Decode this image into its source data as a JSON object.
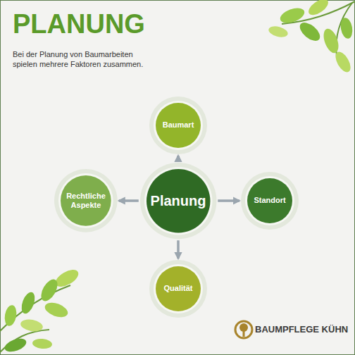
{
  "diagram": {
    "title": "PLANUNG",
    "nodes": [
      {
        "text": [
          "Baumart"
        ]
      },
      {
        "text": [
          "Rechtliche Aspekte"
        ]
      },
      {
        "text": [
          "Planung"
        ]
      },
      {
        "text": [
          "Standort"
        ]
      },
      {
        "text": [
          "Qualität"
        ]
      }
    ],
    "edges": [
      {
        "from": 2,
        "to": 0,
        "arrow": "to"
      },
      {
        "from": 2,
        "to": 1,
        "arrow": "to"
      },
      {
        "from": 2,
        "to": 3,
        "arrow": "to"
      },
      {
        "from": 2,
        "to": 4,
        "arrow": "to"
      }
    ],
    "labels": [
      "Bei der Planung von Baumarbeiten spielen mehrere Faktoren zusammen.",
      "BAUMPFLEGE KÜHN"
    ]
  }
}
